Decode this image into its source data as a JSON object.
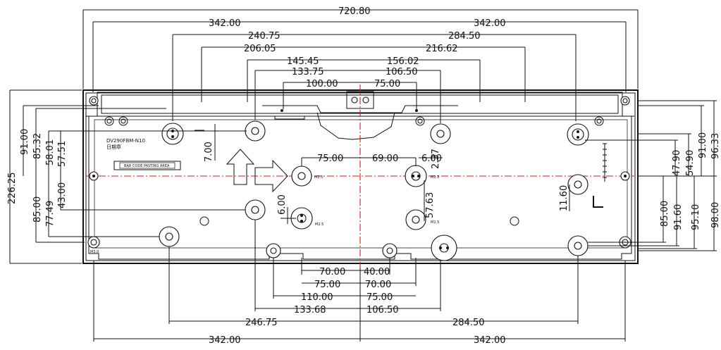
{
  "part_label": "DV290FBM-N10",
  "sub_label": "日期章",
  "barcode_label": "BAR CODE PASTING AREA",
  "screw_labels": {
    "m25": "M2.5",
    "m30": "M3.0"
  },
  "top_dims": {
    "overall": "720.80",
    "left_342": "342.00",
    "right_342": "342.00",
    "d240": "240.75",
    "d284": "284.50",
    "d206": "206.05",
    "d216": "216.62",
    "d145": "145.45",
    "d156": "156.02",
    "d133": "133.75",
    "d106": "106.50",
    "d100": "100.00",
    "d75": "75.00"
  },
  "center_dims": {
    "d75": "75.00",
    "d69": "69.00",
    "d6a": "6.00",
    "d2": "2.37",
    "d7": "7.00",
    "d6b": "6.00",
    "d57": "57.63",
    "d11": "11.60"
  },
  "bottom_dims": {
    "d70a": "70.00",
    "d40": "40.00",
    "d75a": "75.00",
    "d70b": "70.00",
    "d110": "110.00",
    "d75b": "75.00",
    "d133": "133.68",
    "d106": "106.50",
    "d246": "246.75",
    "d284": "284.50",
    "d342a": "342.00",
    "d342b": "342.00"
  },
  "left_dims": {
    "d226": "226.25",
    "d91": "91.00",
    "d85a": "85.32",
    "d58": "58.01",
    "d57": "57.51",
    "d85b": "85.00",
    "d77": "77.49",
    "d43": "43.00"
  },
  "right_dims": {
    "d47": "47.90",
    "d54": "54.90",
    "d91": "91.00",
    "d96": "96.33",
    "d85": "85.00",
    "d91b": "91.60",
    "d95": "95.10",
    "d98": "98.00"
  }
}
